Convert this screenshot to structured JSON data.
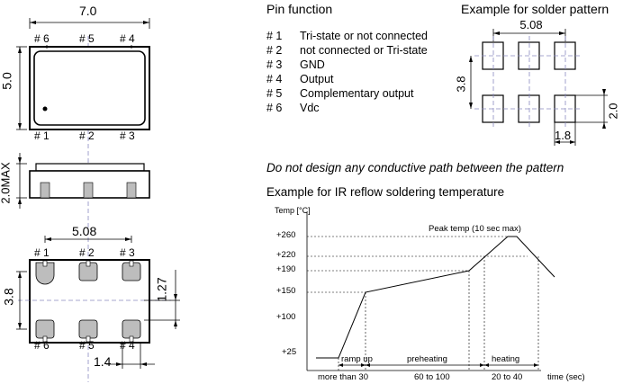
{
  "package": {
    "width_label": "7.0",
    "height_label": "5.0",
    "thickness_label": "2.0MAX",
    "top_pins": [
      "# 6",
      "# 5",
      "# 4"
    ],
    "bottom_pins": [
      "# 1",
      "# 2",
      "# 3"
    ]
  },
  "footprint": {
    "pitch_label": "5.08",
    "row_spacing_label": "3.8",
    "pad_height_label": "1.27",
    "pad_width_label": "1.4",
    "top_pins": [
      "# 1",
      "# 2",
      "# 3"
    ],
    "bottom_pins": [
      "# 6",
      "# 5",
      "# 4"
    ]
  },
  "pin_function": {
    "title": "Pin  function",
    "rows": [
      {
        "pin": "# 1",
        "function": "Tri-state or not connected"
      },
      {
        "pin": "# 2",
        "function": "not connected or Tri-state"
      },
      {
        "pin": "# 3",
        "function": "GND"
      },
      {
        "pin": "# 4",
        "function": "Output"
      },
      {
        "pin": "# 5",
        "function": "Complementary output"
      },
      {
        "pin": "# 6",
        "function": "Vdc"
      }
    ]
  },
  "solder_pattern": {
    "title": "Example for solder pattern",
    "pitch_label": "5.08",
    "row_spacing_label": "3.8",
    "pad_height_label": "2.0",
    "pad_width_label": "1.8"
  },
  "note": "Do not design any conductive path between the pattern",
  "reflow": {
    "title": "Example for IR reflow soldering temperature",
    "y_axis_label": "Temp [°C]",
    "x_axis_label": "time (sec)",
    "peak_label": "Peak temp (10 sec max)",
    "y_ticks": [
      "+260",
      "+220",
      "+190",
      "+150",
      "+100",
      "+25"
    ],
    "phases": [
      "ramp up",
      "preheating",
      "heating"
    ],
    "durations": [
      "more than 30",
      "60 to 100",
      "20 to 40"
    ]
  }
}
